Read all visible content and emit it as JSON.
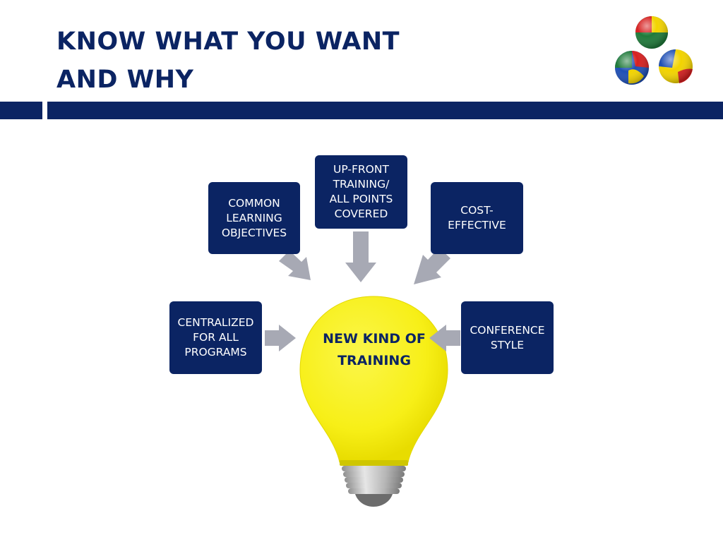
{
  "slide": {
    "title_lines": [
      "KNOW WHAT YOU WANT",
      "AND WHY"
    ]
  },
  "logo": {
    "icon": "juggling-balls-icon",
    "colors": [
      "#1f7a3a",
      "#f2d300",
      "#d62020",
      "#1f4fb5"
    ]
  },
  "center": {
    "label": "NEW KIND OF\nTRAINING",
    "bulb_color": "#f7ef17"
  },
  "boxes": {
    "learning_objectives": "COMMON\nLEARNING\nOBJECTIVES",
    "upfront_training": "UP-FRONT\nTRAINING/\nALL POINTS\nCOVERED",
    "cost_effective": "COST-\nEFFECTIVE",
    "centralized": "CENTRALIZED\nFOR ALL\nPROGRAMS",
    "conference_style": "CONFERENCE\nSTYLE"
  },
  "colors": {
    "navy": "#0b2463",
    "arrow": "#a7a9b4"
  }
}
